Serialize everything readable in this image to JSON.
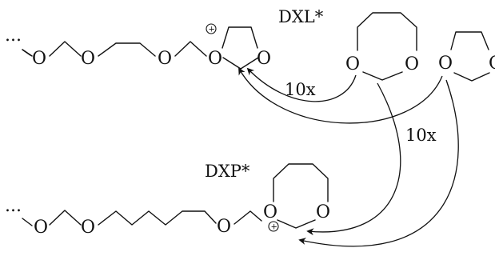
{
  "species": {
    "dxl_label": "DXL*",
    "dxp_label": "DXP*"
  },
  "atoms": {
    "oxygen": "O",
    "ellipsis": "..."
  },
  "cations": {
    "sign": "+"
  },
  "ratios": {
    "upper": "10x",
    "lower": "10x"
  }
}
